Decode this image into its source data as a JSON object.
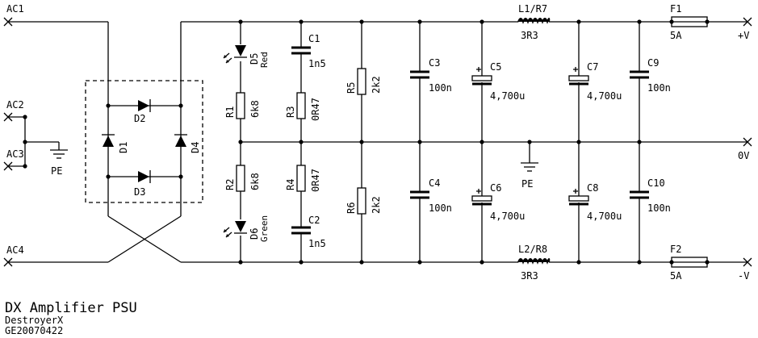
{
  "title": "DX Amplifier PSU",
  "author": "DestroyerX",
  "doc_id": "GE20070422",
  "terminals": {
    "ac1": "AC1",
    "ac2": "AC2",
    "ac3": "AC3",
    "ac4": "AC4",
    "pos": "+V",
    "zero": "0V",
    "neg": "-V"
  },
  "ground_labels": {
    "left": "PE",
    "center": "PE"
  },
  "diodes": {
    "d1": "D1",
    "d2": "D2",
    "d3": "D3",
    "d4": "D4"
  },
  "leds": {
    "d5_name": "D5",
    "d5_color": "Red",
    "d6_name": "D6",
    "d6_color": "Green"
  },
  "resistors": {
    "r1_name": "R1",
    "r1_value": "6k8",
    "r2_name": "R2",
    "r2_value": "6k8",
    "r3_name": "R3",
    "r3_value": "0R47",
    "r4_name": "R4",
    "r4_value": "0R47",
    "r5_name": "R5",
    "r5_value": "2k2",
    "r6_name": "R6",
    "r6_value": "2k2"
  },
  "capacitors": {
    "c1_name": "C1",
    "c1_value": "1n5",
    "c2_name": "C2",
    "c2_value": "1n5",
    "c3_name": "C3",
    "c3_value": "100n",
    "c4_name": "C4",
    "c4_value": "100n",
    "c5_name": "C5",
    "c5_value": "4,700u",
    "c6_name": "C6",
    "c6_value": "4,700u",
    "c7_name": "C7",
    "c7_value": "4,700u",
    "c8_name": "C8",
    "c8_value": "4,700u",
    "c9_name": "C9",
    "c9_value": "100n",
    "c10_name": "C10",
    "c10_value": "100n"
  },
  "inductors": {
    "l1_name": "L1/R7",
    "l1_value": "3R3",
    "l2_name": "L2/R8",
    "l2_value": "3R3"
  },
  "fuses": {
    "f1_name": "F1",
    "f1_value": "5A",
    "f2_name": "F2",
    "f2_value": "5A"
  }
}
